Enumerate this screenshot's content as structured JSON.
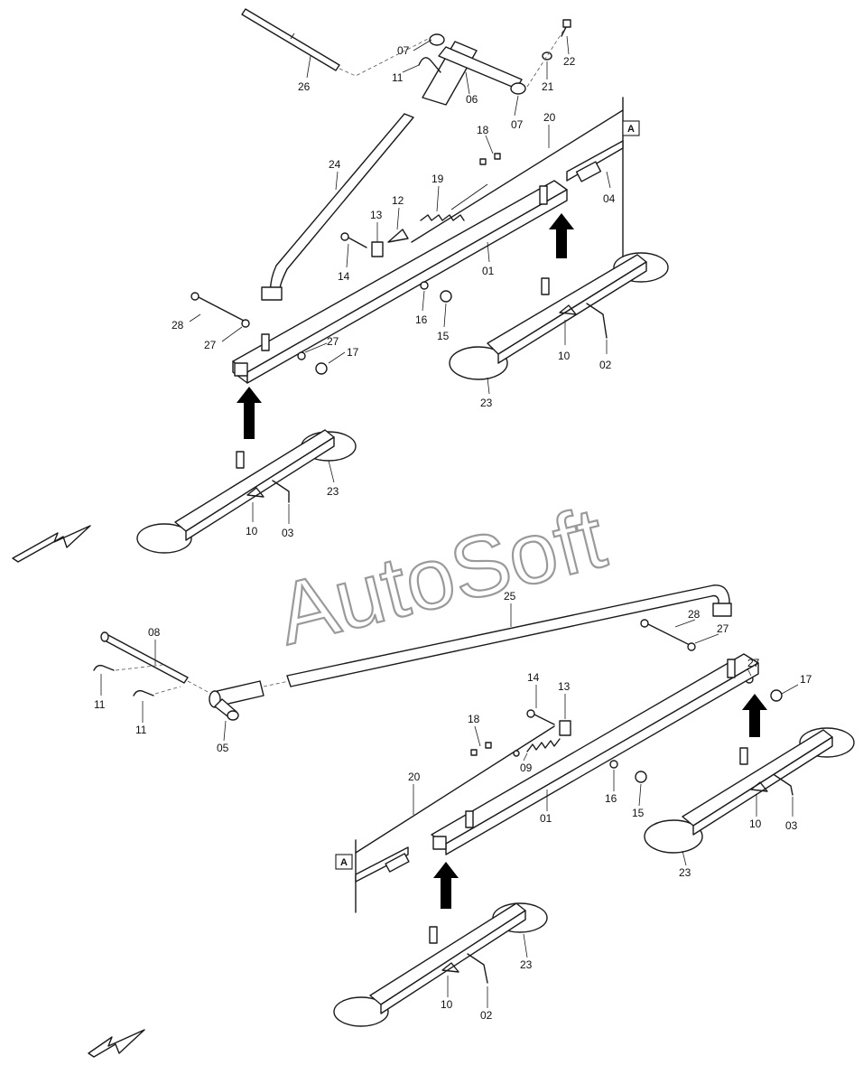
{
  "watermark": "AutoSoft",
  "reference_marks": [
    "A",
    "A"
  ],
  "upper_callouts": [
    "26",
    "07",
    "11",
    "06",
    "07",
    "21",
    "22",
    "20",
    "24",
    "18",
    "19",
    "12",
    "13",
    "04",
    "14",
    "01",
    "28",
    "16",
    "15",
    "27",
    "27",
    "17",
    "10",
    "02",
    "23",
    "23",
    "10",
    "03"
  ],
  "lower_callouts": [
    "25",
    "08",
    "28",
    "27",
    "11",
    "11",
    "05",
    "14",
    "13",
    "27",
    "17",
    "18",
    "09",
    "20",
    "16",
    "15",
    "01",
    "10",
    "03",
    "23",
    "23",
    "10",
    "02"
  ],
  "icons": {
    "upward_arrow": "arrow-up-icon",
    "direction_arrow": "arrow-down-left-icon"
  },
  "colors": {
    "line": "#1a1a1a",
    "watermark_outline": "#9a9a9a",
    "background": "#ffffff"
  }
}
